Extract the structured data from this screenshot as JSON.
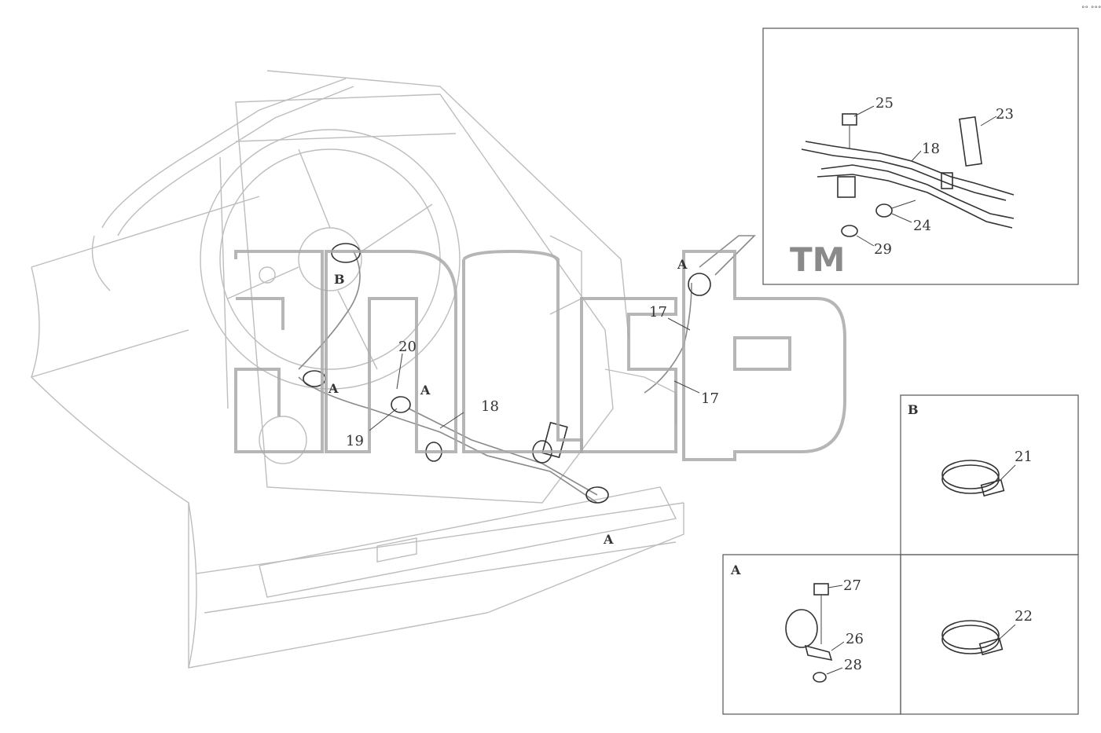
{
  "watermark": {
    "trademark": "TM"
  },
  "main_view": {
    "callouts": {
      "c17a": "17",
      "c17b": "17",
      "c18": "18",
      "c19": "19",
      "c20": "20"
    },
    "refs": {
      "r_a1": "A",
      "r_a2": "A",
      "r_a3": "A",
      "r_a4": "A",
      "r_b": "B"
    }
  },
  "detail_top": {
    "callouts": {
      "c18": "18",
      "c23": "23",
      "c24": "24",
      "c25": "25",
      "c29": "29"
    }
  },
  "detail_b": {
    "label": "B",
    "callout": "21"
  },
  "detail_a": {
    "label": "A",
    "callouts": {
      "c26": "26",
      "c27": "27",
      "c28": "28"
    }
  },
  "detail_22": {
    "callout": "22"
  },
  "corner_mark": "°° °°°"
}
